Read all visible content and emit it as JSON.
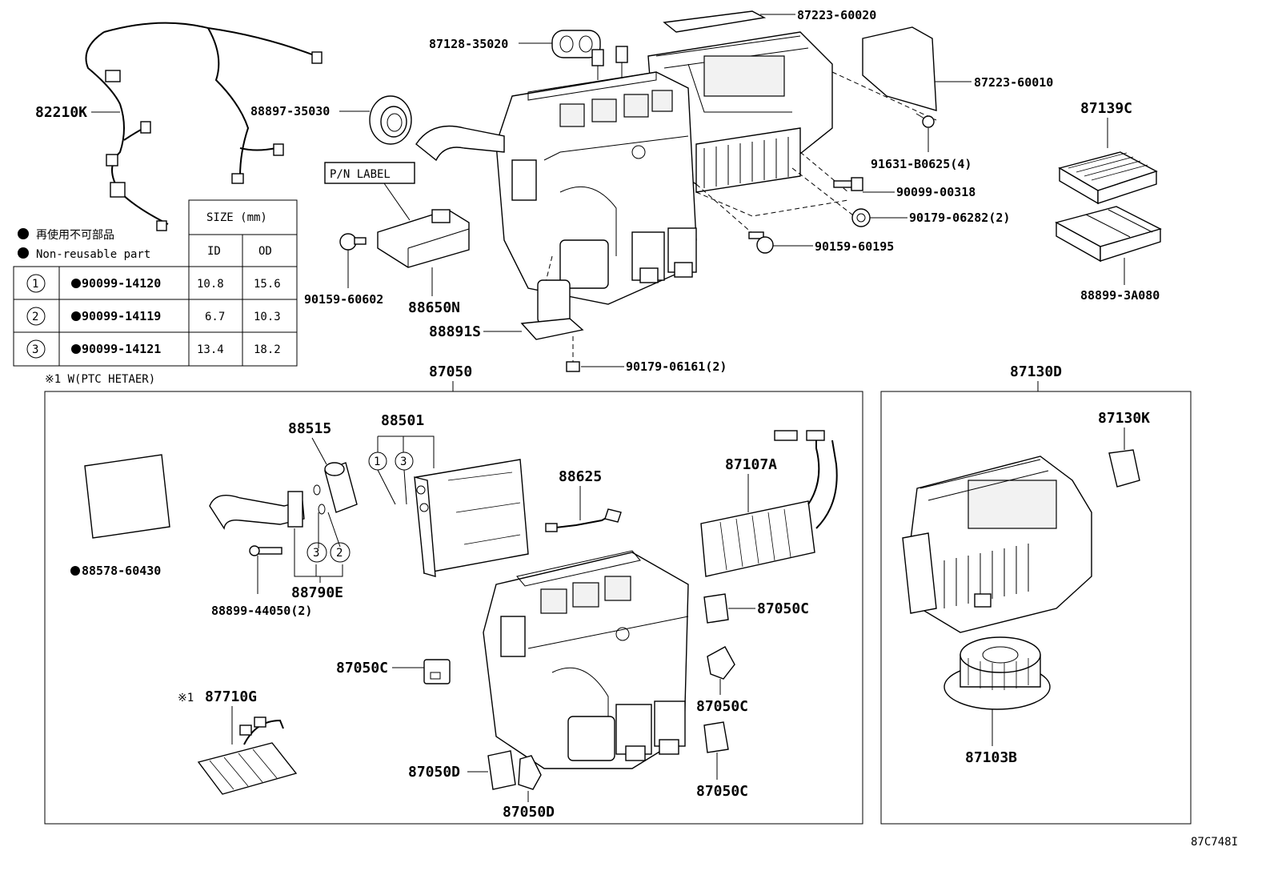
{
  "diagram_id": "87C748I",
  "callouts": {
    "c87223_60020": "87223-60020",
    "c87128_35020": "87128-35020",
    "c87223_60010": "87223-60010",
    "c82210K": "82210K",
    "c88897_35030": "88897-35030",
    "c87139C": "87139C",
    "c91631": "91631-B0625(4)",
    "c90099_00318": "90099-00318",
    "c90179_06282": "90179-06282(2)",
    "c90159_60195": "90159-60195",
    "c88899_3A080": "88899-3A080",
    "c90159_60602": "90159-60602",
    "c88650N": "88650N",
    "c88891S": "88891S",
    "c90179_06161": "90179-06161(2)",
    "c87050": "87050",
    "c87130D": "87130D",
    "c88515": "88515",
    "c88501": "88501",
    "c88625": "88625",
    "c87107A": "87107A",
    "c87130K": "87130K",
    "c88578": "88578-60430",
    "c88790E": "88790E",
    "c88899_44050": "88899-44050(2)",
    "c87050C_1": "87050C",
    "c87050C_2": "87050C",
    "c87050C_3": "87050C",
    "c87050C_4": "87050C",
    "c87710G": "87710G",
    "c87050D_1": "87050D",
    "c87050D_2": "87050D",
    "c87103B": "87103B"
  },
  "pn_label": "P/N LABEL",
  "legend": {
    "jp": "再使用不可部品",
    "en": "Non-reusable part"
  },
  "size_table": {
    "title": "SIZE (mm)",
    "col_id": "ID",
    "col_od": "OD",
    "rows": [
      {
        "n": "1",
        "part": "90099-14120",
        "id": "10.8",
        "od": "15.6"
      },
      {
        "n": "2",
        "part": "90099-14119",
        "id": "6.7",
        "od": "10.3"
      },
      {
        "n": "3",
        "part": "90099-14121",
        "id": "13.4",
        "od": "18.2"
      }
    ]
  },
  "note_ptc": "※1 W(PTC HETAER)",
  "note_mark": "※1",
  "circle_labels": {
    "one": "1",
    "two": "2",
    "three": "3"
  }
}
